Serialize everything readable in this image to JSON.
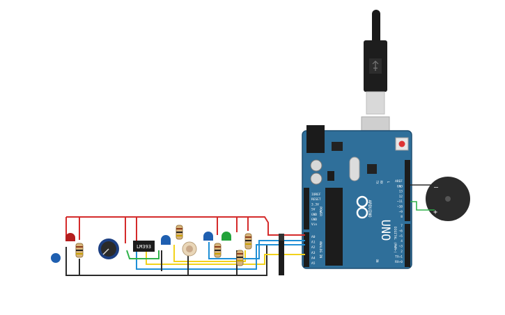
{
  "colors": {
    "board": "#2f6f9a",
    "board_edge": "#1f4f72",
    "wire_red": "#d42a2a",
    "wire_black": "#2a2a2a",
    "wire_yellow": "#f2d21b",
    "wire_blue": "#1e8fd6",
    "wire_green": "#2fb24a",
    "led_red": "#b51e1e",
    "led_blue": "#1f5fb0",
    "led_green": "#22a33a",
    "buzzer": "#2b2b2b"
  },
  "board": {
    "logo": "UNO",
    "brand": "ARDUINO",
    "power_header_label": "POWER",
    "analog_header_label": "ANALOG IN",
    "digital_label": "DIGITAL (PWM~)",
    "power_pins": [
      "IOREF",
      "RESET",
      "3.3V",
      "5V",
      "GND",
      "GND",
      "Vin"
    ],
    "analog_pins": [
      "A0",
      "A1",
      "A2",
      "A3",
      "A4",
      "A5"
    ],
    "digital_pins_top": [
      "AREF",
      "GND",
      "13",
      "12",
      "~11",
      "~10",
      "~9",
      "8"
    ],
    "digital_pins_bottom": [
      "7",
      "~6",
      "~5",
      "4",
      "~3",
      "2",
      "TX→1",
      "RX←0"
    ],
    "led_labels": [
      "TX",
      "RX",
      "L"
    ],
    "indicator_on": "ON"
  },
  "chip": {
    "label": "LM393"
  },
  "buzzer": {
    "minus": "–",
    "plus": "+"
  }
}
